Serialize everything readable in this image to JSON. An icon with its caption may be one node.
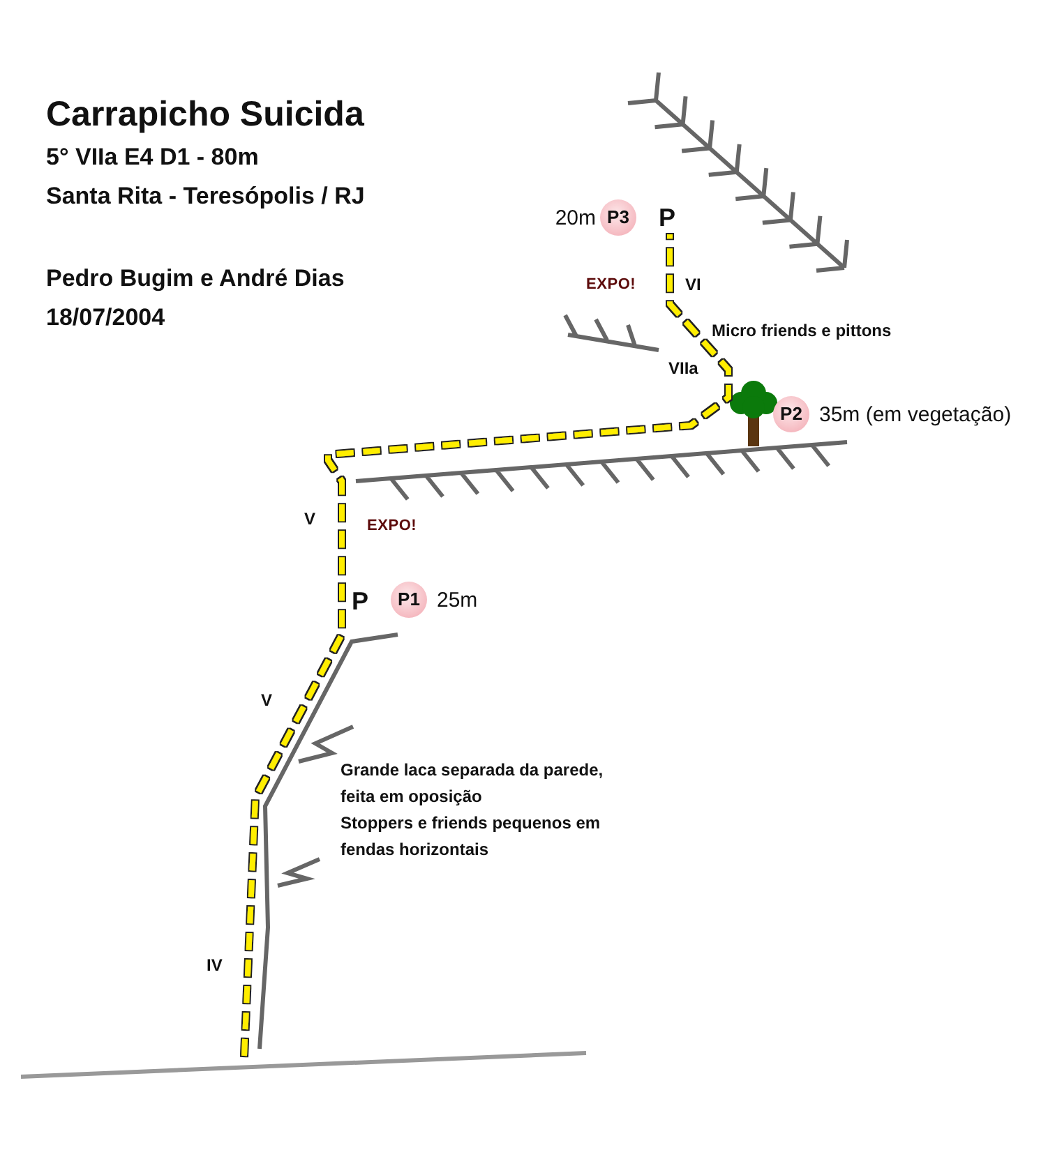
{
  "diagram": {
    "title": "Carrapicho Suicida",
    "nodes": [
      {
        "text": [
          "P3"
        ],
        "beside": [
          "20m"
        ]
      },
      {
        "text": [
          "P"
        ]
      },
      {
        "text": [
          "P2"
        ],
        "beside": [
          "35m (em vegetação)"
        ]
      },
      {
        "text": [
          "P1"
        ],
        "beside": [
          "25m"
        ]
      }
    ],
    "edges": [
      {
        "from": null,
        "to": 1,
        "arrow": "none",
        "style": "dashed"
      }
    ],
    "labels": [
      "5° VIIa E4 D1 - 80m",
      "Santa Rita - Teresópolis / RJ",
      "Pedro Bugim e André Dias",
      "18/07/2004",
      "EXPO!",
      "VI",
      "Micro friends e pittons",
      "VIIa",
      "V",
      "EXPO!",
      "P",
      "V",
      "Grande laca separada da parede, feita em oposição",
      "Stoppers e friends pequenos em fendas horizontais",
      "IV"
    ]
  }
}
